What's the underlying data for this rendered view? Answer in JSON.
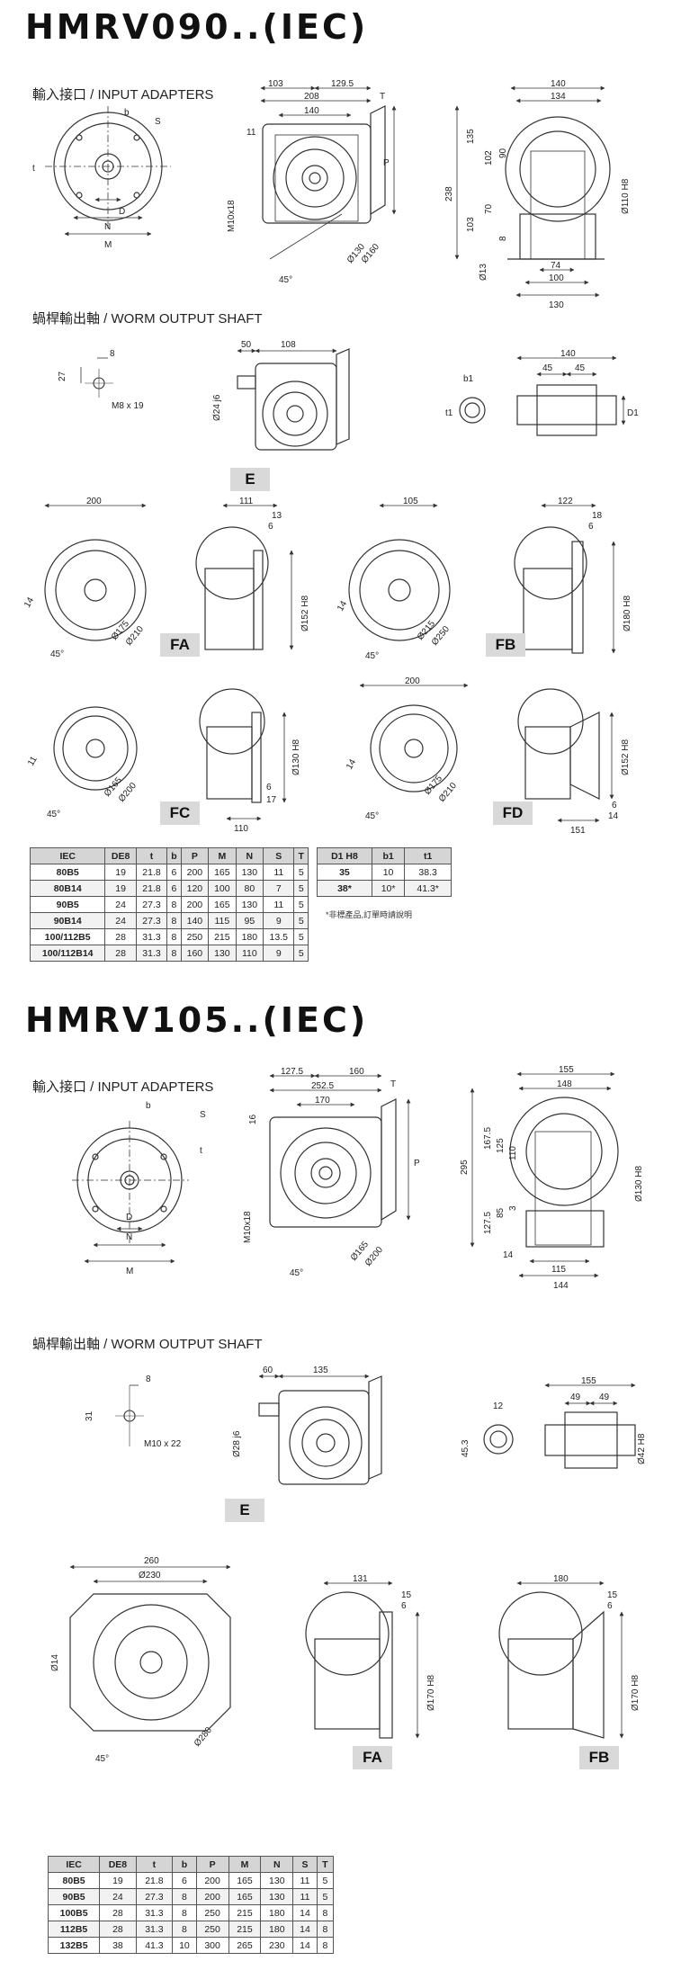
{
  "hmrv090": {
    "title": "HMRV090..(IEC)",
    "input_heading": "輸入接口 / INPUT ADAPTERS",
    "output_heading": "蝸桿輸出軸 / WORM OUTPUT SHAFT",
    "adapter": {
      "b": "b",
      "s": "S",
      "t": "t",
      "d": "D",
      "n": "N",
      "m": "M"
    },
    "front": {
      "d103": "103",
      "d129_5": "129.5",
      "d208": "208",
      "d140": "140",
      "t": "T",
      "d11": "11",
      "p": "P",
      "m10x18": "M10x18",
      "d45": "45°",
      "d130": "Ø130",
      "d160": "Ø160"
    },
    "side": {
      "d140": "140",
      "d134": "134",
      "d238": "238",
      "d135": "135",
      "d102": "102",
      "d90": "90",
      "d103": "103",
      "d70": "70",
      "d8": "8",
      "d13": "Ø13",
      "d74": "74",
      "d100": "100",
      "d130": "130",
      "d110h8": "Ø110 H8"
    },
    "key": {
      "d8": "8",
      "d27": "27",
      "m8x19": "M8 x 19"
    },
    "shaft": {
      "d50": "50",
      "d108": "108",
      "d24j6": "Ø24 j6"
    },
    "hollow": {
      "d140": "140",
      "b1": "b1",
      "t1": "t1",
      "d45a": "45",
      "d45b": "45",
      "d1": "D1"
    },
    "flange_fa": {
      "d200": "200",
      "d14": "14",
      "d45": "45°",
      "d175": "Ø175",
      "d210": "Ø210",
      "d111": "111",
      "d13": "13",
      "d6": "6",
      "d152": "Ø152 H8"
    },
    "flange_fb": {
      "d105": "105",
      "d14": "14",
      "d45": "45°",
      "d215": "Ø215",
      "d250": "Ø250",
      "d122": "122",
      "d18": "18",
      "d6": "6",
      "d180": "Ø180 H8"
    },
    "flange_fc": {
      "d11": "11",
      "d45": "45°",
      "d165": "Ø165",
      "d200": "Ø200",
      "d130": "Ø130 H8",
      "d6": "6",
      "d17": "17",
      "d110": "110"
    },
    "flange_fd": {
      "d200": "200",
      "d14": "14",
      "d45": "45°",
      "d175": "Ø175",
      "d210": "Ø210",
      "d152": "Ø152 H8",
      "d6": "6",
      "d14b": "14",
      "d151": "151"
    },
    "tags": {
      "e": "E",
      "fa": "FA",
      "fb": "FB",
      "fc": "FC",
      "fd": "FD"
    },
    "table": {
      "headers": [
        "IEC",
        "DE8",
        "t",
        "b",
        "P",
        "M",
        "N",
        "S",
        "T"
      ],
      "rows": [
        [
          "80B5",
          "19",
          "21.8",
          "6",
          "200",
          "165",
          "130",
          "11",
          "5"
        ],
        [
          "80B14",
          "19",
          "21.8",
          "6",
          "120",
          "100",
          "80",
          "7",
          "5"
        ],
        [
          "90B5",
          "24",
          "27.3",
          "8",
          "200",
          "165",
          "130",
          "11",
          "5"
        ],
        [
          "90B14",
          "24",
          "27.3",
          "8",
          "140",
          "115",
          "95",
          "9",
          "5"
        ],
        [
          "100/112B5",
          "28",
          "31.3",
          "8",
          "250",
          "215",
          "180",
          "13.5",
          "5"
        ],
        [
          "100/112B14",
          "28",
          "31.3",
          "8",
          "160",
          "130",
          "110",
          "9",
          "5"
        ]
      ]
    },
    "table2": {
      "headers": [
        "D1 H8",
        "b1",
        "t1"
      ],
      "rows": [
        [
          "35",
          "10",
          "38.3"
        ],
        [
          "38*",
          "10*",
          "41.3*"
        ]
      ]
    },
    "note": "*非標產品,訂單時請說明"
  },
  "hmrv105": {
    "title": "HMRV105..(IEC)",
    "input_heading": "輸入接口 / INPUT ADAPTERS",
    "output_heading": "蝸桿輸出軸 / WORM OUTPUT SHAFT",
    "adapter": {
      "b": "b",
      "s": "S",
      "t": "t",
      "d": "D",
      "n": "N",
      "m": "M"
    },
    "front": {
      "d127_5": "127.5",
      "d160": "160",
      "d252_5": "252.5",
      "d170": "170",
      "t": "T",
      "d16": "16",
      "p": "P",
      "m10x18": "M10x18",
      "d45": "45°",
      "d165": "Ø165",
      "d200": "Ø200"
    },
    "side": {
      "d155": "155",
      "d148": "148",
      "d295": "295",
      "d167_5": "167.5",
      "d125": "125",
      "d110": "110",
      "d127_5": "127.5",
      "d85": "85",
      "d3": "3",
      "d14": "14",
      "d115": "115",
      "d144": "144",
      "d130h8": "Ø130 H8"
    },
    "key": {
      "d8": "8",
      "d31": "31",
      "m10x22": "M10 x 22"
    },
    "shaft": {
      "d60": "60",
      "d135": "135",
      "d28j6": "Ø28 j6"
    },
    "hollow": {
      "d12": "12",
      "d155": "155",
      "d45_3": "45.3",
      "d49a": "49",
      "d49b": "49",
      "d42h8": "Ø42 H8"
    },
    "square": {
      "d260": "260",
      "d230": "Ø230",
      "d14": "Ø14",
      "d45": "45°",
      "d280": "Ø280"
    },
    "flange_fa": {
      "d131": "131",
      "d15": "15",
      "d6": "6",
      "d170": "Ø170 H8"
    },
    "flange_fb": {
      "d180": "180",
      "d15": "15",
      "d6": "6",
      "d170": "Ø170 H8"
    },
    "tags": {
      "e": "E",
      "fa": "FA",
      "fb": "FB"
    },
    "table": {
      "headers": [
        "IEC",
        "DE8",
        "t",
        "b",
        "P",
        "M",
        "N",
        "S",
        "T"
      ],
      "rows": [
        [
          "80B5",
          "19",
          "21.8",
          "6",
          "200",
          "165",
          "130",
          "11",
          "5"
        ],
        [
          "90B5",
          "24",
          "27.3",
          "8",
          "200",
          "165",
          "130",
          "11",
          "5"
        ],
        [
          "100B5",
          "28",
          "31.3",
          "8",
          "250",
          "215",
          "180",
          "14",
          "8"
        ],
        [
          "112B5",
          "28",
          "31.3",
          "8",
          "250",
          "215",
          "180",
          "14",
          "8"
        ],
        [
          "132B5",
          "38",
          "41.3",
          "10",
          "300",
          "265",
          "230",
          "14",
          "8"
        ]
      ]
    }
  }
}
